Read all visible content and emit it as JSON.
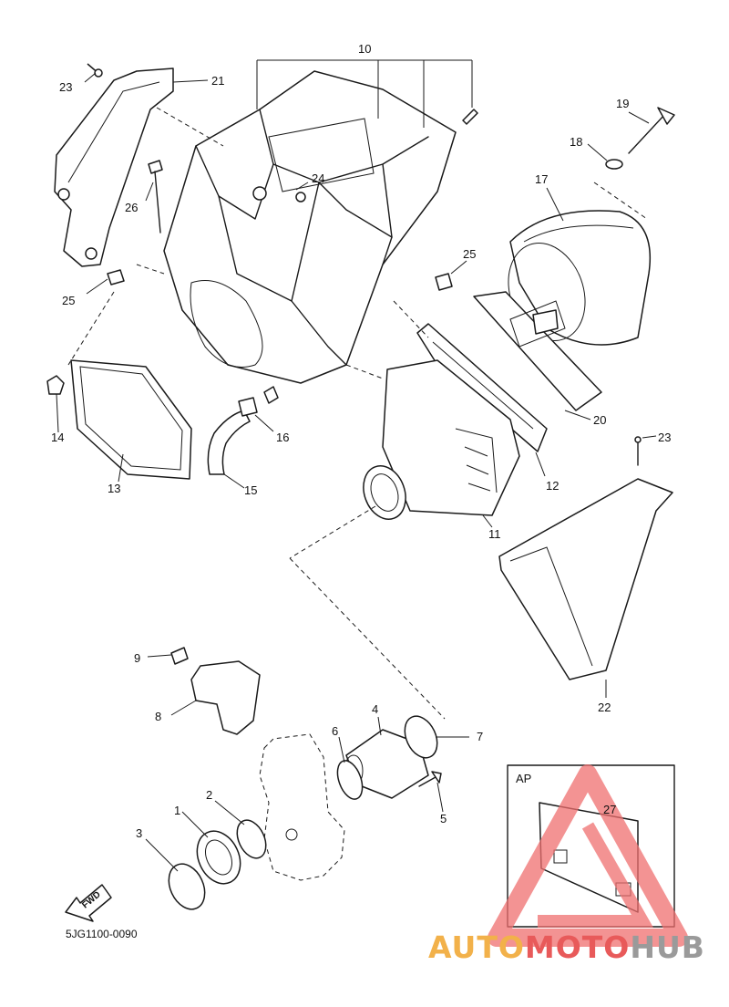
{
  "diagram": {
    "callouts": [
      "1",
      "2",
      "3",
      "4",
      "5",
      "6",
      "7",
      "8",
      "9",
      "10",
      "11",
      "12",
      "13",
      "14",
      "15",
      "16",
      "17",
      "18",
      "19",
      "20",
      "21",
      "22",
      "23",
      "23",
      "24",
      "25",
      "25",
      "26",
      "27"
    ],
    "diagram_code": "5JG1100-0090",
    "fwd_label": "FWD",
    "inset_label": "AP"
  },
  "watermark": {
    "brand_part1": "AUTO",
    "brand_part2": "MOTO",
    "brand_part3": "HUB",
    "colors": {
      "auto": "#f2b14a",
      "moto": "#e85a5a",
      "hub": "#9a9a9a",
      "triangle": "#ef6f6f"
    }
  }
}
